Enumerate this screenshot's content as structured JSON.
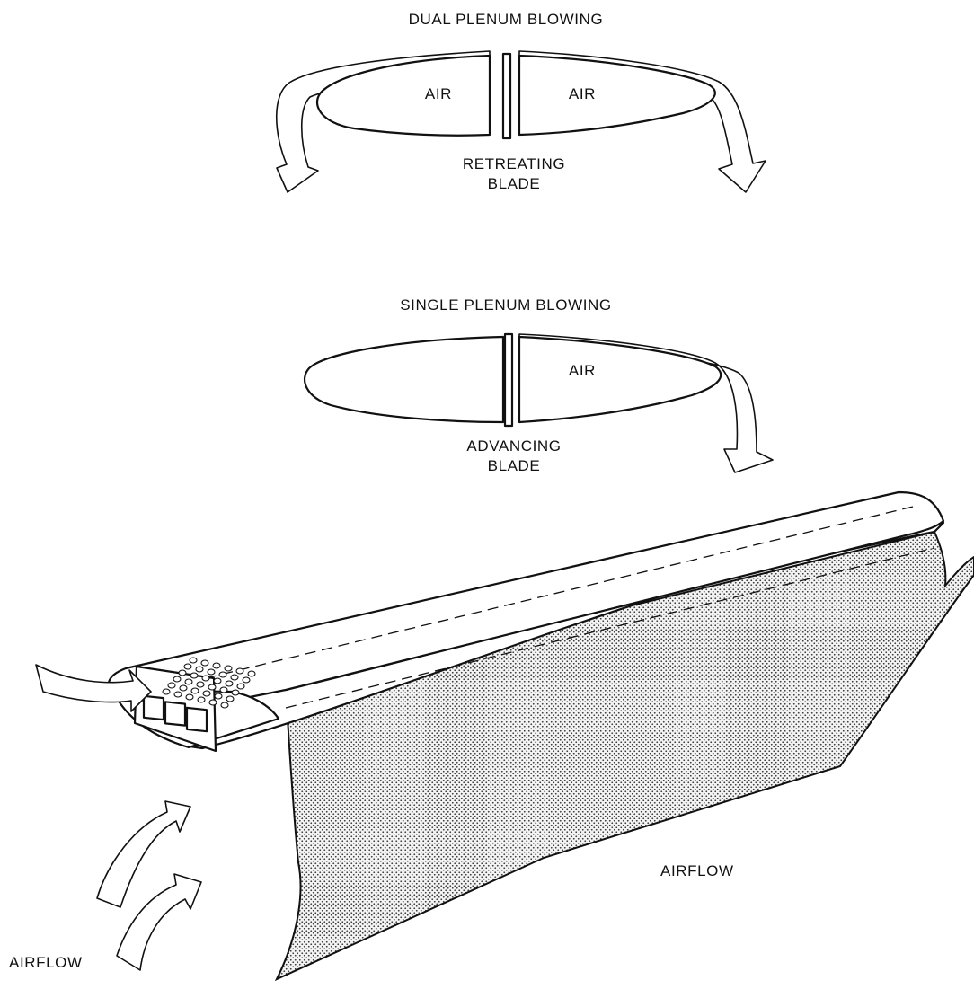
{
  "figure": {
    "dual": {
      "title": "DUAL PLENUM BLOWING",
      "left_chamber": "AIR",
      "right_chamber": "AIR",
      "caption_line1": "RETREATING",
      "caption_line2": "BLADE"
    },
    "single": {
      "title": "SINGLE PLENUM BLOWING",
      "right_chamber": "AIR",
      "caption_line1": "ADVANCING",
      "caption_line2": "BLADE"
    },
    "blade": {
      "airflow_inlet_label": "AIRFLOW",
      "airflow_wake_label": "AIRFLOW"
    }
  }
}
